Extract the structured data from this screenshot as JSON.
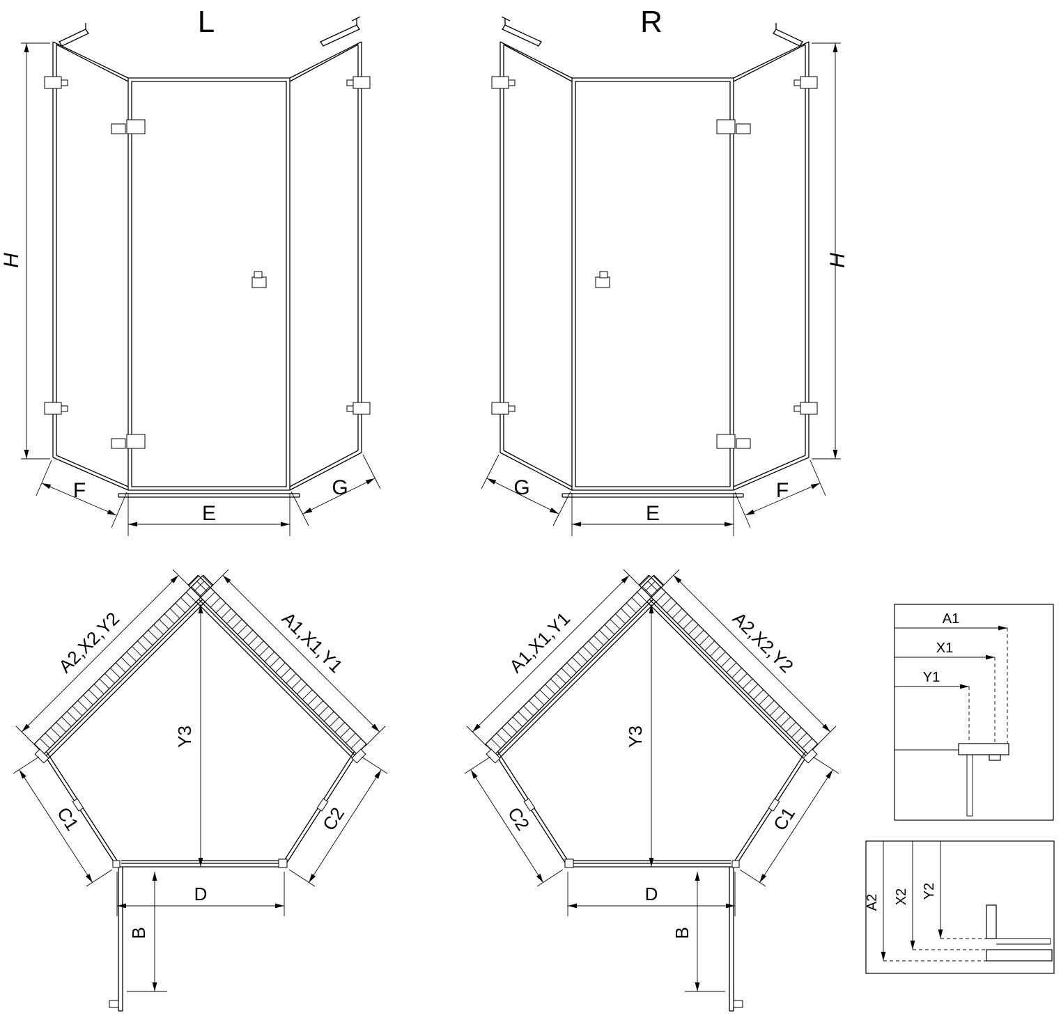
{
  "views": {
    "l_elevation": {
      "title": "L",
      "h": "H",
      "left": "F",
      "center": "E",
      "right": "G"
    },
    "r_elevation": {
      "title": "R",
      "h": "H",
      "left": "G",
      "center": "E",
      "right": "F"
    },
    "l_plan": {
      "wall_left": "A2,X2,Y2",
      "wall_right": "A1,X1,Y1",
      "depth": "Y3",
      "side_left": "C1",
      "side_right": "C2",
      "front": "D",
      "door": "B"
    },
    "r_plan": {
      "wall_left": "A1,X1,Y1",
      "wall_right": "A2,X2,Y2",
      "depth": "Y3",
      "side_left": "C2",
      "side_right": "C1",
      "front": "D",
      "door": "B"
    },
    "detail_top": {
      "a": "A1",
      "x": "X1",
      "y": "Y1"
    },
    "detail_bottom": {
      "a": "A2",
      "x": "X2",
      "y": "Y2"
    }
  }
}
